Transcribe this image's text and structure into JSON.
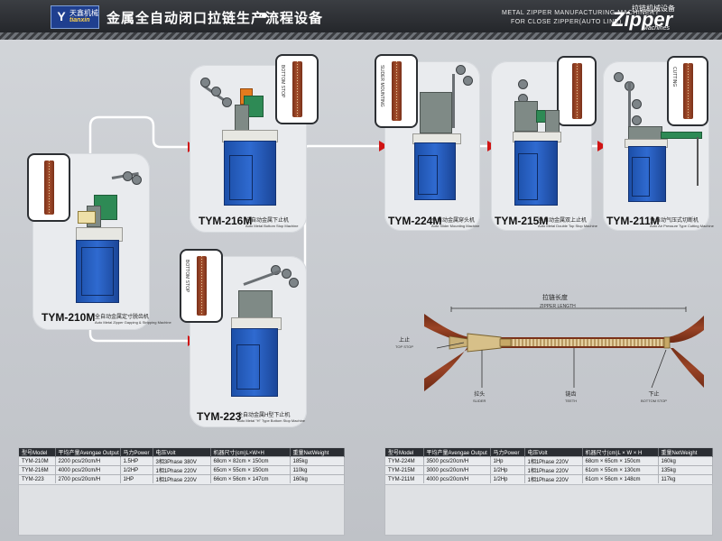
{
  "header": {
    "logo_mark": "Y",
    "logo_cn": "天鑫机械",
    "logo_en": "tianxin",
    "title_cn": "金属全自动闭口拉链生产流程设备",
    "subtitle_en_line1": "METAL ZIPPER MANUFACTURING MACHINERY",
    "subtitle_en_line2": "FOR CLOSE ZIPPER(AUTO LINE)",
    "brand_cn": "拉链机械设备",
    "brand_zipper": "Zipper",
    "brand_machines": "Machines"
  },
  "machines": [
    {
      "id": "tym210m",
      "model": "TYM-210M",
      "desc_cn": "全自动金属定寸脱齿机",
      "desc_en": "Auto Metal Zipper Gapping & Stripping Machine"
    },
    {
      "id": "tym216m",
      "model": "TYM-216M",
      "desc_cn": "全自动金属下止机",
      "desc_en": "Auto Metal Bottom Stop Machine",
      "inset_label": "BOTTOM STOP"
    },
    {
      "id": "tym223",
      "model": "TYM-223",
      "desc_cn": "全自动金属H型下止机",
      "desc_en": "Auto Metal \"H\" Type Bottom Stop Machine",
      "inset_label": "BOTTOM STOP"
    },
    {
      "id": "tym224m",
      "model": "TYM-224M",
      "desc_cn": "全自动金属穿头机",
      "desc_en": "Auto Slider Mounting Machine",
      "inset_label": "SLIDER MOUNTING"
    },
    {
      "id": "tym215m",
      "model": "TYM-215M",
      "desc_cn": "全自动金属双上止机",
      "desc_en": "Auto Metal Double Top Stop Machine"
    },
    {
      "id": "tym211m",
      "model": "TYM-211M",
      "desc_cn": "全自动气压式切断机",
      "desc_en": "Auto Air Pressure Type Cutting Machine",
      "inset_label": "CUTTING"
    }
  ],
  "zipper_diagram": {
    "length_cn": "拉链长度",
    "length_en": "ZIPPER LENGTH",
    "top_stop_cn": "上止",
    "top_stop_en": "TOP STOP",
    "slider_cn": "拉头",
    "slider_en": "SLIDER",
    "teeth_cn": "链齿",
    "teeth_en": "TEETH",
    "bottom_stop_cn": "下止",
    "bottom_stop_en": "BOTTOM STOP"
  },
  "table_left": {
    "headers": [
      "型号Model",
      "平均产量Avengae Output",
      "马力Power",
      "电压Volt",
      "机器尺寸(cm)L×W×H",
      "重量NetWeight"
    ],
    "rows": [
      [
        "TYM-210M",
        "2200 pcs/20cm/H",
        "1.5HP",
        "3相3Phase 380V",
        "68cm × 82cm × 150cm",
        "185kg"
      ],
      [
        "TYM-216M",
        "4000 pcs/20cm/H",
        "1/2HP",
        "1相1Phase 220V",
        "65cm × 55cm × 150cm",
        "110kg"
      ],
      [
        "TYM-223",
        "2700 pcs/20cm/H",
        "1HP",
        "1相1Phase 220V",
        "66cm × 56cm × 147cm",
        "160kg"
      ]
    ]
  },
  "table_right": {
    "headers": [
      "型号Model",
      "平均产量Avengae Output",
      "马力Power",
      "电压Volt",
      "机器尺寸(cm)L × W × H",
      "重量NetWeight"
    ],
    "rows": [
      [
        "TYM-224M",
        "3500 pcs/20cm/H",
        "1Hp",
        "1相1Phase 220V",
        "68cm × 65cm × 150cm",
        "160kg"
      ],
      [
        "TYM-215M",
        "3000 pcs/20cm/H",
        "1/2Hp",
        "1相1Phase 220V",
        "61cm × 55cm × 130cm",
        "135kg"
      ],
      [
        "TYM-211M",
        "4000 pcs/20cm/H",
        "1/2Hp",
        "1相1Phase 220V",
        "61cm × 56cm × 148cm",
        "117kg"
      ]
    ]
  },
  "colors": {
    "header_bg": "#2a2c30",
    "machine_blue": "#2f6ad0",
    "zipper_tape": "#8a3a1e",
    "arrow_red": "#d01414",
    "flow_line": "#ffffff"
  }
}
